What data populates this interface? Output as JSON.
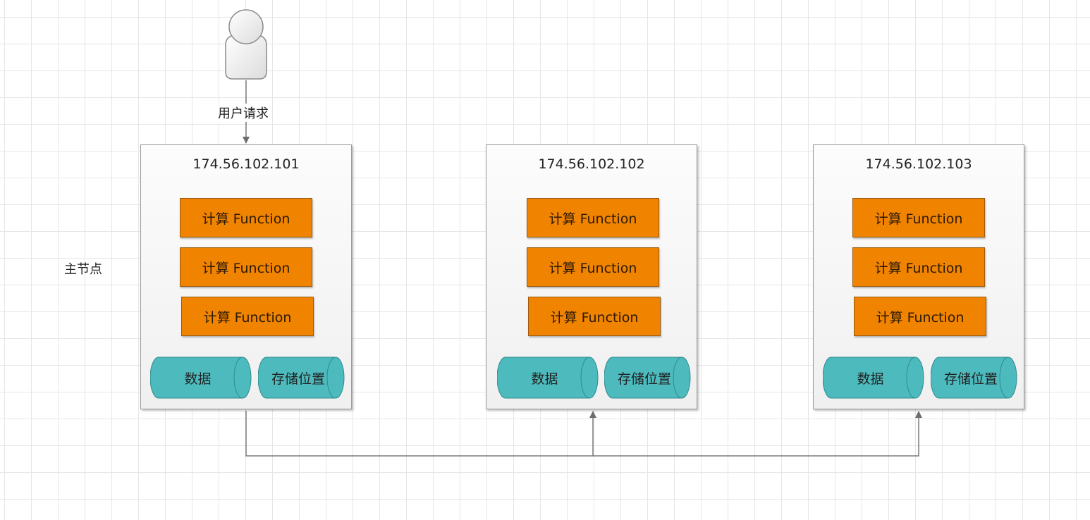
{
  "request_label": "用户请求",
  "master_label": "主节点",
  "nodes": [
    {
      "ip": "174.56.102.101",
      "functions": [
        "计算 Function",
        "计算 Function",
        "计算 Function"
      ],
      "data_label": "数据",
      "storage_label": "存储位置"
    },
    {
      "ip": "174.56.102.102",
      "functions": [
        "计算 Function",
        "计算 Function",
        "计算 Function"
      ],
      "data_label": "数据",
      "storage_label": "存储位置"
    },
    {
      "ip": "174.56.102.103",
      "functions": [
        "计算 Function",
        "计算 Function",
        "计算 Function"
      ],
      "data_label": "数据",
      "storage_label": "存储位置"
    }
  ],
  "colors": {
    "function": "#f08300",
    "cylinder": "#4dbbbe",
    "grid": "#e6e6e6",
    "line": "#7a7a7a"
  }
}
